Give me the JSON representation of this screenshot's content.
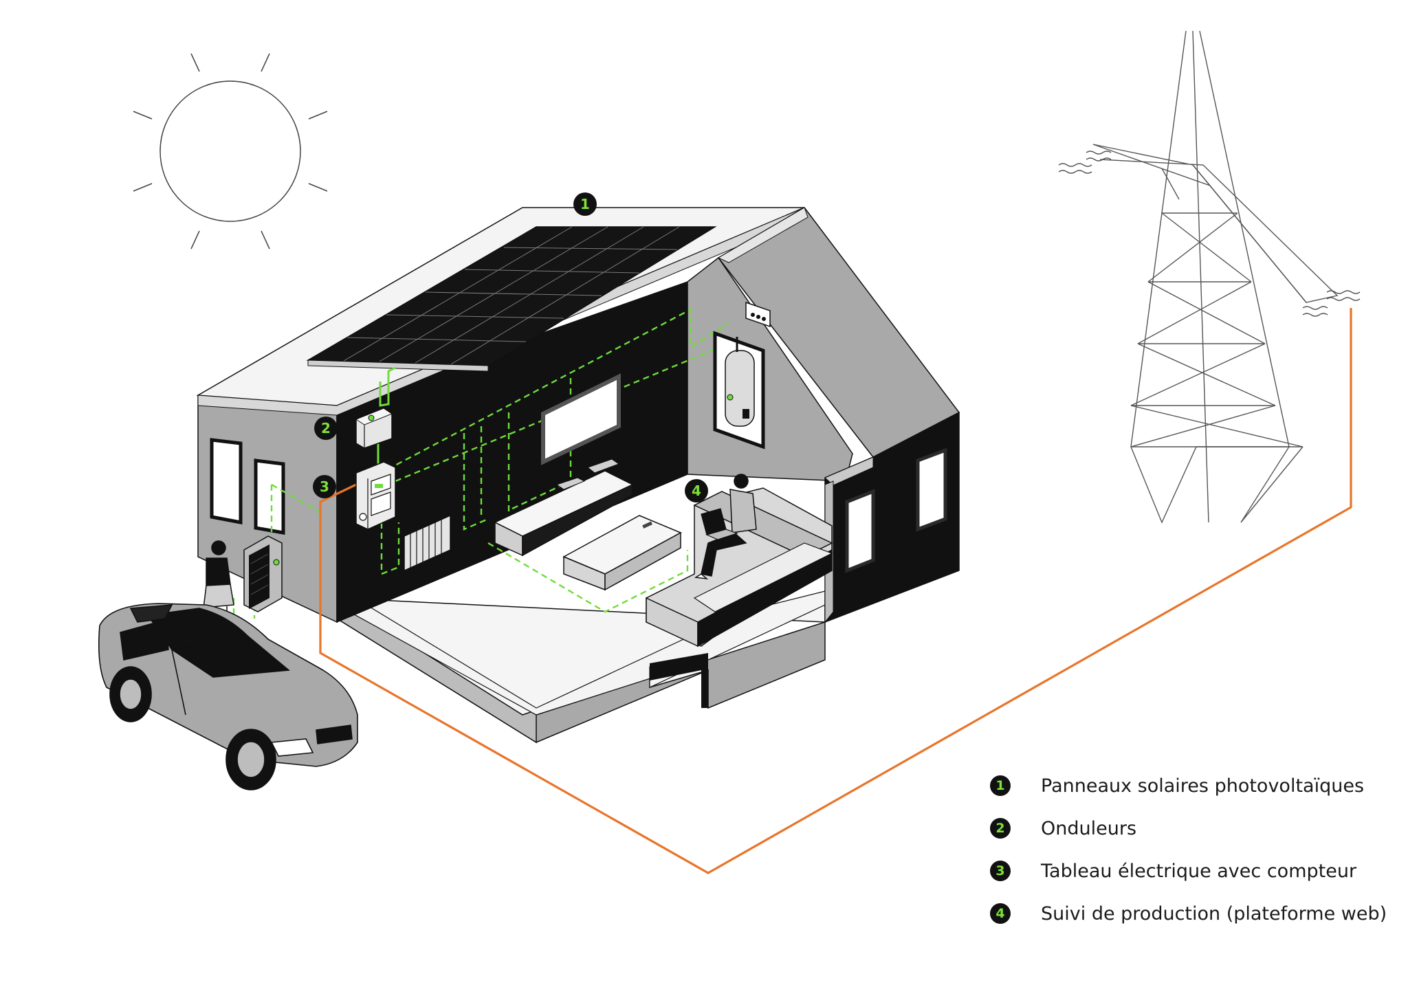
{
  "colors": {
    "grid_line": "#e8742a",
    "pv_wiring": "#6fdc3a",
    "wall_dark": "#111111",
    "wall_grey": "#a9a9a9",
    "badge_bg": "#111111",
    "badge_text": "#7ee03c"
  },
  "icons": [
    "sun-icon",
    "pylon-icon",
    "solar-panel-icon",
    "car-icon",
    "person-icon",
    "heat-pump-icon",
    "water-heater-icon",
    "sofa-icon",
    "tv-icon",
    "radiator-icon",
    "inverter-icon",
    "meter-panel-icon",
    "laptop-icon"
  ],
  "diagram": {
    "markers": [
      {
        "num": "1"
      },
      {
        "num": "2"
      },
      {
        "num": "3"
      },
      {
        "num": "4"
      }
    ]
  },
  "legend": {
    "items": [
      {
        "num": "1",
        "label": "Panneaux solaires photovoltaïques"
      },
      {
        "num": "2",
        "label": "Onduleurs"
      },
      {
        "num": "3",
        "label": "Tableau électrique avec compteur"
      },
      {
        "num": "4",
        "label": "Suivi de production (plateforme web)"
      }
    ]
  }
}
